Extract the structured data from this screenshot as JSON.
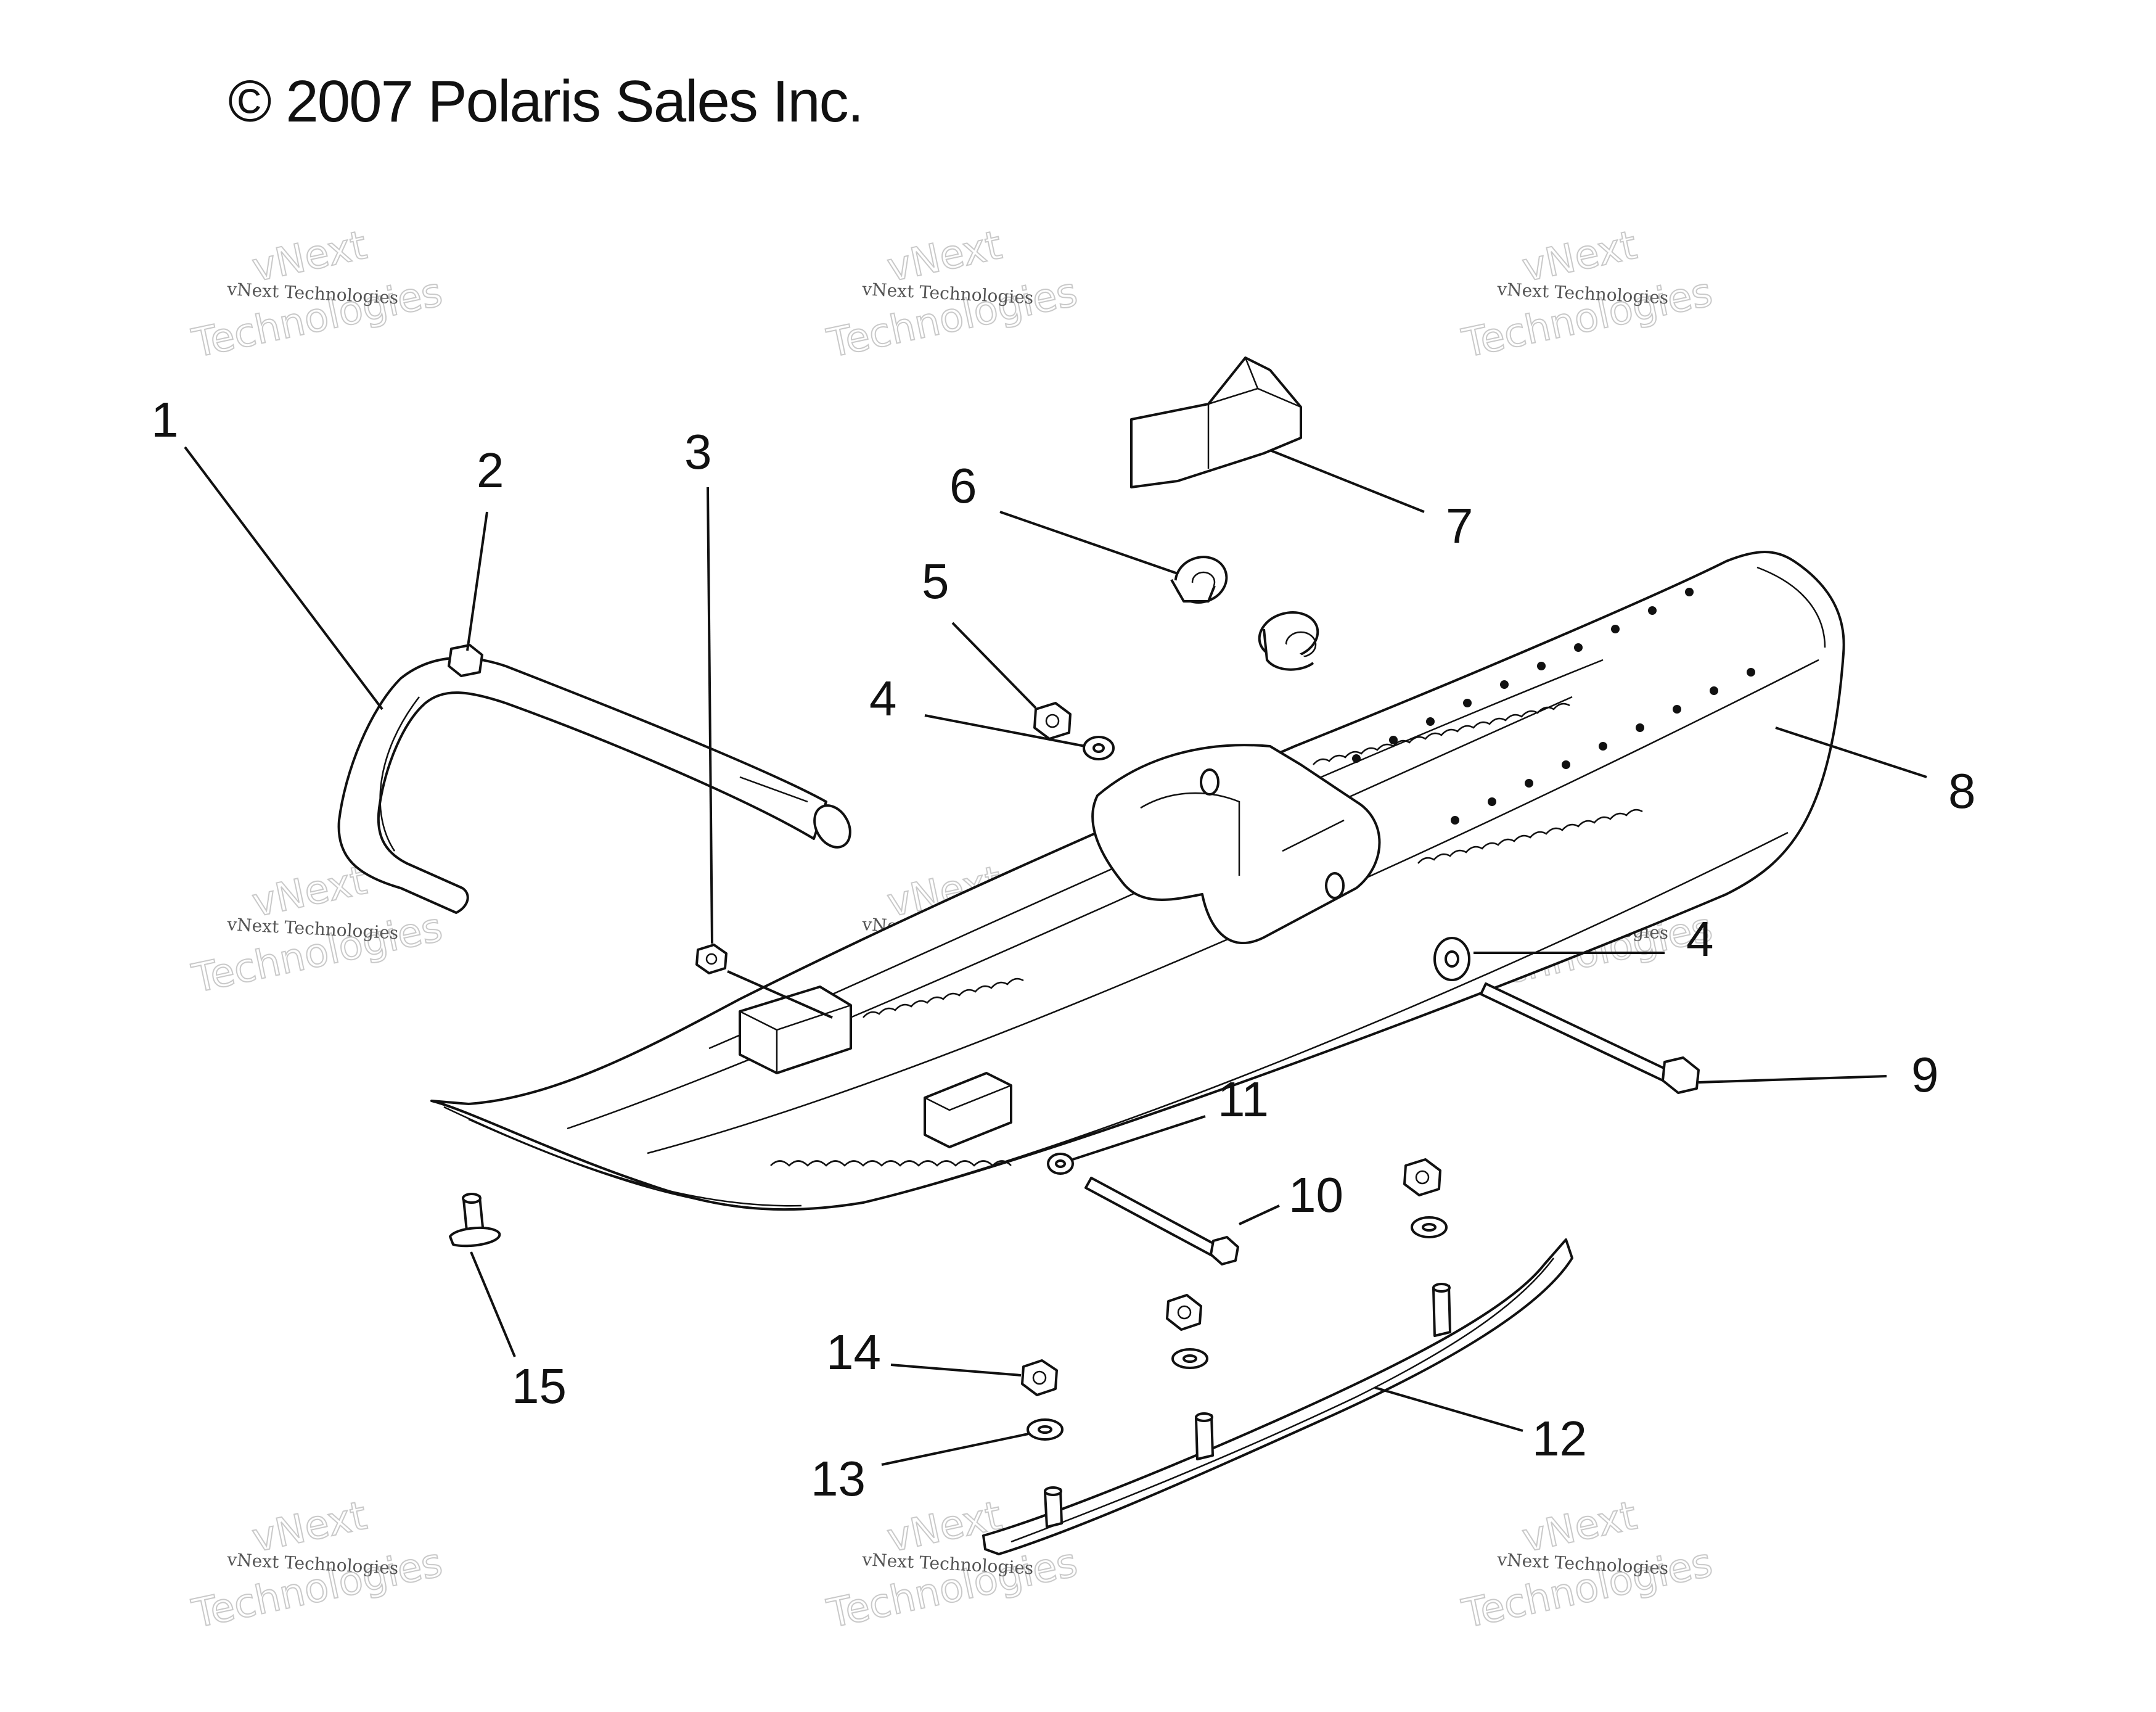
{
  "copyright": "© 2007 Polaris Sales Inc.",
  "watermark": {
    "line_big_1": "vNext",
    "line_big_2": "Technologies",
    "line_small": "vNext Technologies"
  },
  "callouts": [
    "1",
    "2",
    "3",
    "4",
    "5",
    "6",
    "7",
    "8",
    "4",
    "9",
    "11",
    "10",
    "14",
    "13",
    "12",
    "15"
  ],
  "colors": {
    "ink": "#111111",
    "watermark": "#c9c9c9",
    "background": "#ffffff"
  }
}
